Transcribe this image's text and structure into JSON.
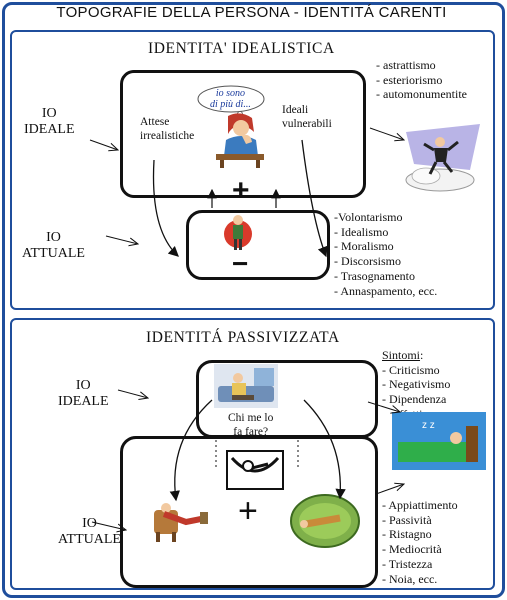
{
  "header": {
    "title": "TOPOGRAFIE DELLA PERSONA - IDENTITÁ CARENTI"
  },
  "top": {
    "title": "IDENTITA' IDEALISTICA",
    "io_ideale": [
      "IO",
      "IDEALE"
    ],
    "io_attuale": [
      "IO",
      "ATTUALE"
    ],
    "attese": [
      "Attese",
      "irrealistiche"
    ],
    "bubble": [
      "io sono",
      "di più di..."
    ],
    "ideali": [
      "Ideali",
      "vulnerabili"
    ],
    "right_list": [
      "- astrattismo",
      "- esteriorismo",
      "- automonumentite"
    ],
    "bottom_list": [
      "-Volontarismo",
      "- Idealismo",
      "- Moralismo",
      "- Discorsismo",
      "- Trasognamento",
      "- Annaspamento, ecc."
    ],
    "plus": "+",
    "minus": "−"
  },
  "bottom": {
    "title": "IDENTITÁ PASSIVIZZATA",
    "io_ideale": [
      "IO",
      "IDEALE"
    ],
    "io_attuale": [
      "IO",
      "ATTUALE"
    ],
    "question": [
      "Chi me lo",
      "fa fare?"
    ],
    "sintomi_label": "Sintomi",
    "sintomi_colon": ":",
    "sintomi": [
      "- Criticismo",
      "- Negativismo",
      "- Dipendenza",
      "affettiva"
    ],
    "bottom_list": [
      "- Appiattimento",
      "- Passività",
      "- Ristagno",
      "- Mediocrità",
      "- Tristezza",
      "- Noia, ecc."
    ],
    "plus": "+"
  },
  "colors": {
    "border": "#1f4e9c",
    "ink": "#111111",
    "bed_blue": "#3a8fd6"
  }
}
